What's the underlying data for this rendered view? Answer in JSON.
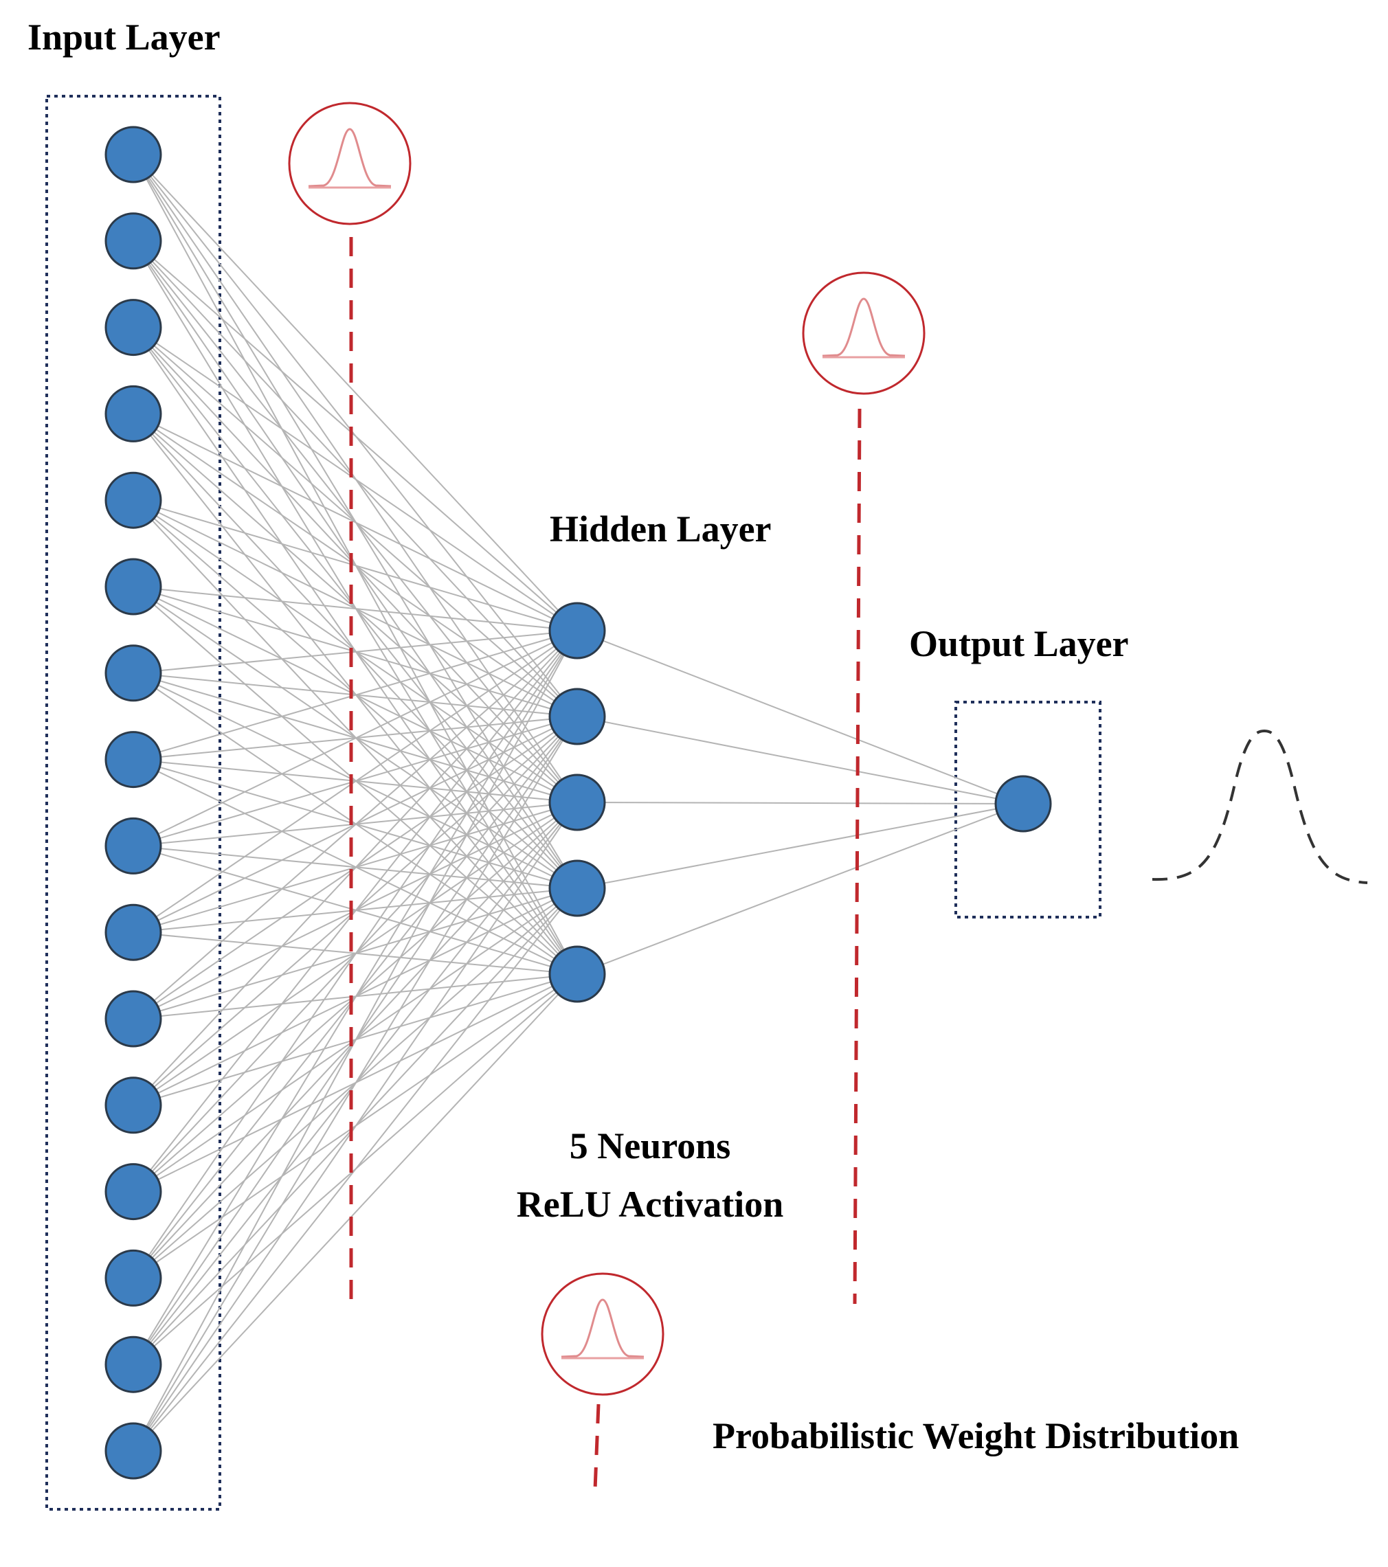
{
  "labels": {
    "input_layer": "Input Layer",
    "hidden_layer": "Hidden Layer",
    "output_layer": "Output Layer",
    "hidden_neurons": "5 Neurons",
    "hidden_activation": "ReLU Activation",
    "legend": "Probabilistic Weight Distribution"
  },
  "network": {
    "input_neurons": 16,
    "hidden_neurons": 5,
    "output_neurons": 1
  },
  "icons": {
    "distribution_marker": "gaussian-bell-curve-icon",
    "output_distribution": "gaussian-bell-curve-dashed-icon"
  },
  "colors": {
    "neuron_fill": "#3f7fbf",
    "neuron_stroke": "#2b3a4a",
    "connection": "#b4b4b4",
    "layer_box": "#1f2f5a",
    "distribution_red": "#c0282d",
    "output_curve": "#333333"
  }
}
